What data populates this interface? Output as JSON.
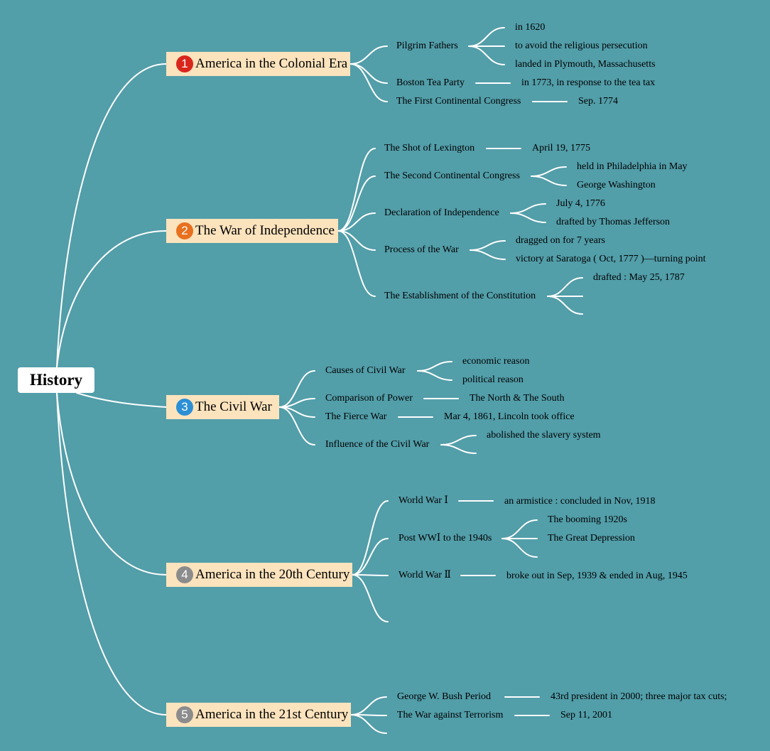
{
  "root": "History",
  "colors": {
    "background": "#529ea9",
    "topic_fill": "#fbe3bd",
    "line": "#ffffff"
  },
  "topics": [
    {
      "number": "1",
      "badge_color": "#d9261c",
      "label": "America in the Colonial Era",
      "children": [
        {
          "label": "Pilgrim Fathers",
          "details": [
            "in 1620",
            "to avoid the religious persecution",
            "landed in Plymouth, Massachusetts"
          ]
        },
        {
          "label": "Boston Tea Party",
          "details": [
            "in 1773, in response to the tea tax"
          ]
        },
        {
          "label": "The First Continental Congress",
          "details": [
            "Sep. 1774"
          ]
        }
      ]
    },
    {
      "number": "2",
      "badge_color": "#e8701e",
      "label": "The War of Independence",
      "children": [
        {
          "label": "The Shot of Lexington",
          "details": [
            "April 19, 1775"
          ]
        },
        {
          "label": "The Second Continental Congress",
          "details": [
            "held in Philadelphia in May",
            "George Washington"
          ]
        },
        {
          "label": "Declaration of Independence",
          "details": [
            "July 4, 1776",
            "drafted by Thomas Jefferson"
          ]
        },
        {
          "label": "Process of the War",
          "details": [
            "dragged on for 7 years",
            "victory at Saratoga ( Oct, 1777 )—turning point"
          ]
        },
        {
          "label": "The Establishment of the Constitution",
          "details": [
            "drafted : May 25, 1787",
            "",
            ""
          ]
        }
      ]
    },
    {
      "number": "3",
      "badge_color": "#2b8fd6",
      "label": "The Civil War",
      "children": [
        {
          "label": "Causes of Civil War",
          "details": [
            "economic reason",
            "political reason"
          ]
        },
        {
          "label": "Comparison of Power",
          "details": [
            "The North & The South"
          ]
        },
        {
          "label": "The Fierce War",
          "details": [
            "Mar 4, 1861, Lincoln took office"
          ]
        },
        {
          "label": "Influence of the Civil War",
          "details": [
            "abolished the slavery system",
            ""
          ]
        }
      ]
    },
    {
      "number": "4",
      "badge_color": "#8c8c8c",
      "label": "America in the 20th Century",
      "children": [
        {
          "label": "World War Ⅰ",
          "details": [
            "an armistice : concluded in Nov, 1918"
          ]
        },
        {
          "label": "Post WWⅠ to the 1940s",
          "details": [
            "The booming 1920s",
            "The Great Depression",
            ""
          ]
        },
        {
          "label": "World War Ⅱ",
          "details": [
            "broke out in Sep, 1939 & ended in Aug, 1945"
          ]
        },
        {
          "label": "",
          "details": []
        }
      ]
    },
    {
      "number": "5",
      "badge_color": "#8c8c8c",
      "label": "America in the 21st Century",
      "children": [
        {
          "label": "George W. Bush Period",
          "details": [
            "43rd president in 2000; three major tax cuts;"
          ]
        },
        {
          "label": "The War against Terrorism",
          "details": [
            "Sep 11, 2001"
          ]
        },
        {
          "label": "",
          "details": []
        }
      ]
    }
  ]
}
